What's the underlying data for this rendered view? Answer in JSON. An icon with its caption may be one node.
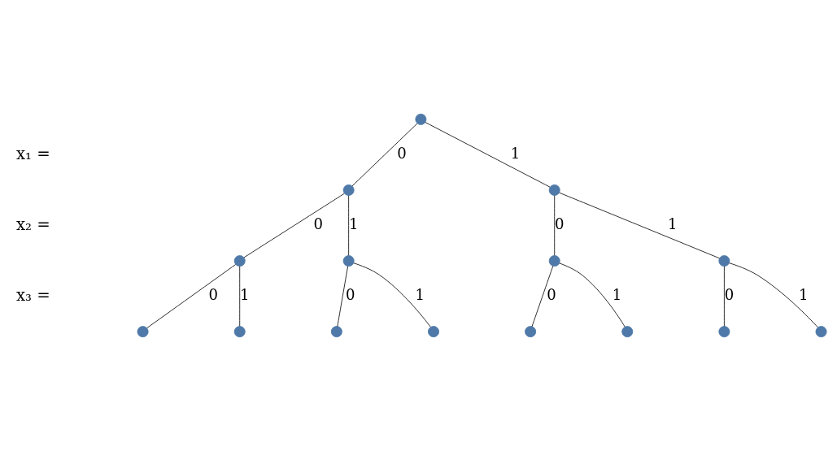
{
  "diagram": {
    "nodes": [
      {
        "text": [],
        "shape": "circle"
      },
      {
        "text": [],
        "shape": "circle"
      },
      {
        "text": [],
        "shape": "circle"
      },
      {
        "text": [],
        "shape": "circle"
      },
      {
        "text": [],
        "shape": "circle"
      },
      {
        "text": [],
        "shape": "circle"
      },
      {
        "text": [],
        "shape": "circle"
      },
      {
        "text": [],
        "shape": "circle"
      },
      {
        "text": [],
        "shape": "circle"
      },
      {
        "text": [],
        "shape": "circle"
      },
      {
        "text": [],
        "shape": "circle"
      },
      {
        "text": [],
        "shape": "circle"
      },
      {
        "text": [],
        "shape": "circle"
      },
      {
        "text": [],
        "shape": "circle"
      },
      {
        "text": [],
        "shape": "circle"
      }
    ],
    "edges": [
      {
        "from": 0,
        "to": 1,
        "arrow": "none",
        "label": "0"
      },
      {
        "from": 0,
        "to": 2,
        "arrow": "none",
        "label": "1"
      },
      {
        "from": 1,
        "to": 3,
        "arrow": "none",
        "label": "0"
      },
      {
        "from": 1,
        "to": 4,
        "arrow": "none",
        "label": "1"
      },
      {
        "from": 2,
        "to": 5,
        "arrow": "none",
        "label": "0"
      },
      {
        "from": 2,
        "to": 6,
        "arrow": "none",
        "label": "1"
      },
      {
        "from": 3,
        "to": 7,
        "arrow": "none",
        "label": "0"
      },
      {
        "from": 3,
        "to": 8,
        "arrow": "none",
        "label": "1"
      },
      {
        "from": 4,
        "to": 9,
        "arrow": "none",
        "label": "0"
      },
      {
        "from": 4,
        "to": 10,
        "arrow": "none",
        "label": "1"
      },
      {
        "from": 5,
        "to": 11,
        "arrow": "none",
        "label": "0"
      },
      {
        "from": 5,
        "to": 12,
        "arrow": "none",
        "label": "1"
      },
      {
        "from": 6,
        "to": 13,
        "arrow": "none",
        "label": "0"
      },
      {
        "from": 6,
        "to": 14,
        "arrow": "none",
        "label": "1"
      }
    ],
    "labels": [
      "x₁ =",
      "x₂ =",
      "x₃ ="
    ]
  }
}
